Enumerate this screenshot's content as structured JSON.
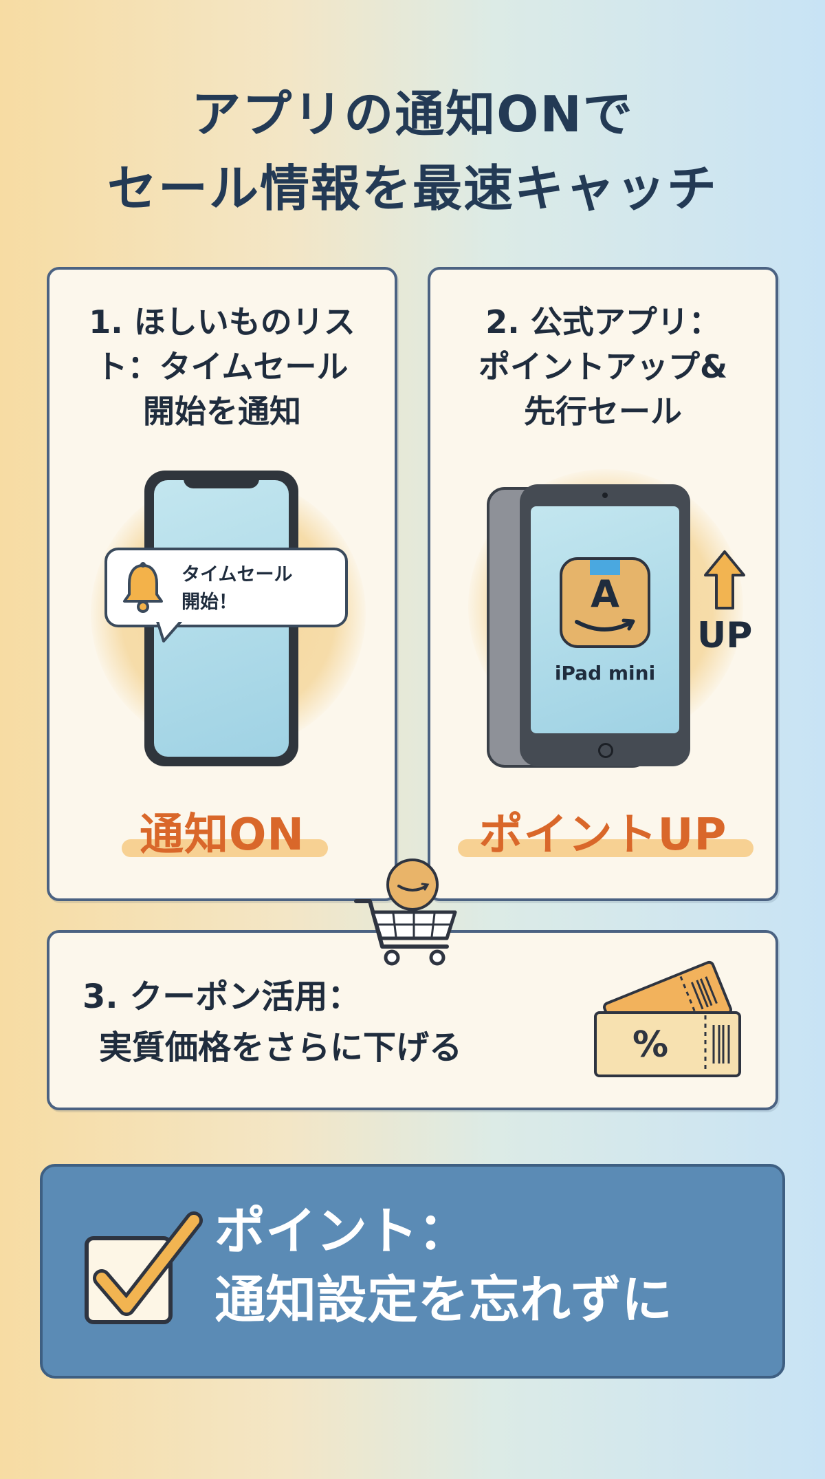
{
  "title": {
    "line1": "アプリの通知ONで",
    "line2": "セール情報を最速キャッチ"
  },
  "card1": {
    "title_line1": "1. ほしいものリス",
    "title_line2": "ト：タイムセール",
    "title_line3": "開始を通知",
    "notification_line1": "タイムセール",
    "notification_line2": "開始！",
    "icon": "bell-icon",
    "label": "通知ON"
  },
  "card2": {
    "title_line1": "2. 公式アプリ：",
    "title_line2": "ポイントアップ&",
    "title_line3": "先行セール",
    "app_letter": "A",
    "device_label": "iPad mini",
    "arrow_label": "UP",
    "icon": "up-arrow-icon",
    "label": "ポイントUP"
  },
  "card3": {
    "title_line1": "3. クーポン活用：",
    "title_line2": "実質価格をさらに下げる",
    "coupon_symbol": "%",
    "icon": "coupon-ticket-icon"
  },
  "cart_icon": "shopping-cart-icon",
  "tip": {
    "line1": "ポイント：",
    "line2": "通知設定を忘れずに",
    "icon": "checkbox-checked-icon"
  },
  "colors": {
    "accent_orange": "#d9672a",
    "tip_blue": "#5b8bb5",
    "card_border": "#4b6282",
    "title_navy": "#233a55"
  }
}
